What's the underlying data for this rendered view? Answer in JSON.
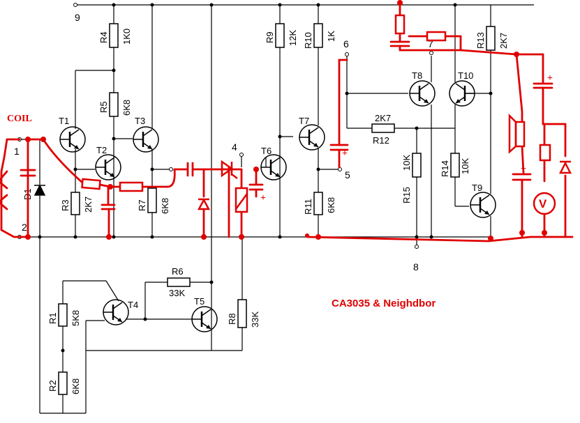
{
  "title": "CA3035 & Neighdbor",
  "coil_label": "COIL",
  "pins": {
    "p1": "1",
    "p2": "2",
    "p4": "4",
    "p5": "5",
    "p6": "6",
    "p7": "7",
    "p8": "8",
    "p9": "9"
  },
  "resistors": {
    "R1": {
      "name": "R1",
      "value": "5K8"
    },
    "R2": {
      "name": "R2",
      "value": "6K8"
    },
    "R3": {
      "name": "R3",
      "value": "2K7"
    },
    "R4": {
      "name": "R4",
      "value": "1K0"
    },
    "R5": {
      "name": "R5",
      "value": "6K8"
    },
    "R6": {
      "name": "R6",
      "value": "33K"
    },
    "R7": {
      "name": "R7",
      "value": "6K8"
    },
    "R8": {
      "name": "R8",
      "value": "33K"
    },
    "R9": {
      "name": "R9",
      "value": "12K"
    },
    "R10": {
      "name": "R10",
      "value": "1K"
    },
    "R11": {
      "name": "R11",
      "value": "6K8"
    },
    "R12": {
      "name": "R12",
      "value": "2K7"
    },
    "R13": {
      "name": "R13",
      "value": "2K7"
    },
    "R14": {
      "name": "R14",
      "value": "10K"
    },
    "R15": {
      "name": "R15",
      "value": "10K"
    }
  },
  "transistors": {
    "T1": "T1",
    "T2": "T2",
    "T3": "T3",
    "T4": "T4",
    "T5": "T5",
    "T6": "T6",
    "T7": "T7",
    "T8": "T8",
    "T9": "T9",
    "T10": "T10"
  },
  "diode": "D1",
  "meter": "V",
  "plus": "+",
  "colors": {
    "black": "#000000",
    "red": "#e00000",
    "background": "#ffffff"
  }
}
